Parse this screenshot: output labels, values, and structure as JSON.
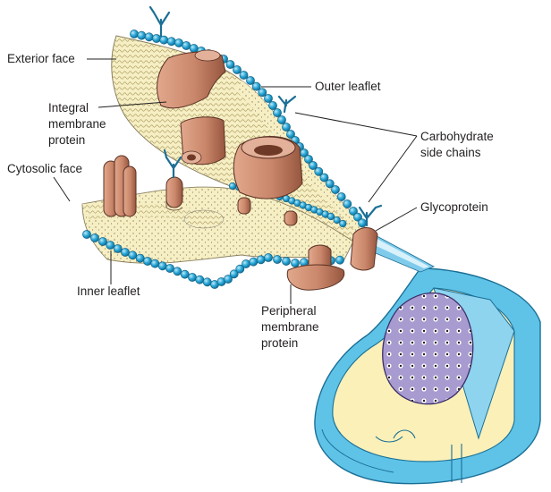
{
  "labels": {
    "exterior_face": "Exterior face",
    "integral_1": "Integral",
    "integral_2": "membrane",
    "integral_3": "protein",
    "cytosolic_face": "Cytosolic face",
    "inner_leaflet": "Inner leaflet",
    "outer_leaflet": "Outer leaflet",
    "carbohydrate_1": "Carbohydrate",
    "carbohydrate_2": "side chains",
    "glycoprotein": "Glycoprotein",
    "peripheral_1": "Peripheral",
    "peripheral_2": "membrane",
    "peripheral_3": "protein"
  },
  "colors": {
    "membrane_fill": "#f7efc4",
    "bead": "#2aa8d8",
    "protein": "#c9866a",
    "protein_dark": "#9c5a44",
    "cell_outer": "#5fc3e8",
    "cytoplasm": "#fbf0b8",
    "nucleus": "#a89bd0"
  }
}
